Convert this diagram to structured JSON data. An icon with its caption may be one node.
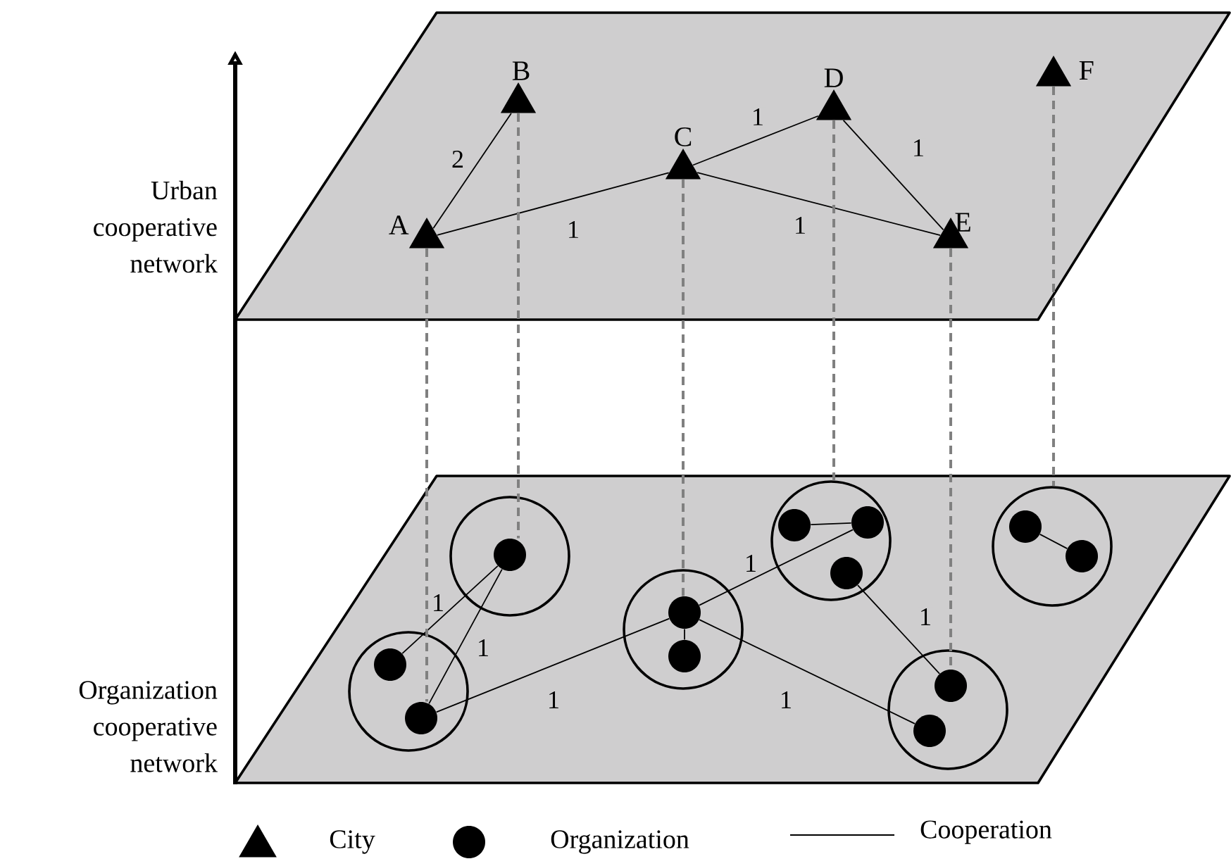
{
  "diagram": {
    "nodes": [
      {
        "text": [
          "Urban cooperative network"
        ]
      },
      {
        "text": [
          "A"
        ],
        "in": 0
      },
      {
        "text": [
          "B"
        ],
        "in": 0
      },
      {
        "text": [
          "C"
        ],
        "in": 0
      },
      {
        "text": [
          "D"
        ],
        "in": 0
      },
      {
        "text": [
          "E"
        ],
        "in": 0
      },
      {
        "text": [
          "F"
        ],
        "in": 0
      },
      {
        "text": [
          "Organization cooperative network"
        ]
      },
      {
        "text": [],
        "shape": "circle",
        "in": 7
      },
      {
        "text": [],
        "shape": "circle",
        "in": 8
      },
      {
        "text": [],
        "shape": "circle",
        "in": 8
      },
      {
        "text": [],
        "shape": "circle",
        "in": 7
      },
      {
        "text": [],
        "shape": "circle",
        "in": 11
      },
      {
        "text": [],
        "shape": "circle",
        "in": 7
      },
      {
        "text": [],
        "shape": "circle",
        "in": 13
      },
      {
        "text": [],
        "shape": "circle",
        "in": 13
      },
      {
        "text": [],
        "shape": "circle",
        "in": 7
      },
      {
        "text": [],
        "shape": "circle",
        "in": 16
      },
      {
        "text": [],
        "shape": "circle",
        "in": 16
      },
      {
        "text": [],
        "shape": "circle",
        "in": 16
      },
      {
        "text": [],
        "shape": "circle",
        "in": 7
      },
      {
        "text": [],
        "shape": "circle",
        "in": 20
      },
      {
        "text": [],
        "shape": "circle",
        "in": 20
      },
      {
        "text": [],
        "shape": "circle",
        "in": 7
      },
      {
        "text": [],
        "shape": "circle",
        "in": 23
      },
      {
        "text": [],
        "shape": "circle",
        "in": 23
      }
    ],
    "edges": [
      {
        "from": 1,
        "to": 2,
        "arrow": "none",
        "label": "2"
      },
      {
        "from": 1,
        "to": 3,
        "arrow": "none",
        "label": "1"
      },
      {
        "from": 3,
        "to": 4,
        "arrow": "none",
        "label": "1"
      },
      {
        "from": 3,
        "to": 5,
        "arrow": "none",
        "label": "1"
      },
      {
        "from": 4,
        "to": 5,
        "arrow": "none",
        "label": "1"
      },
      {
        "from": 12,
        "to": 9,
        "arrow": "none",
        "label": "1"
      },
      {
        "from": 12,
        "to": 10,
        "arrow": "none",
        "label": "1"
      },
      {
        "from": 10,
        "to": 14,
        "arrow": "none",
        "label": "1"
      },
      {
        "from": 14,
        "to": 15,
        "arrow": "none"
      },
      {
        "from": 14,
        "to": 18,
        "arrow": "none",
        "label": "1"
      },
      {
        "from": 14,
        "to": 22,
        "arrow": "none",
        "label": "1"
      },
      {
        "from": 17,
        "to": 18,
        "arrow": "none"
      },
      {
        "from": 19,
        "to": 21,
        "arrow": "none",
        "label": "1"
      },
      {
        "from": 24,
        "to": 25,
        "arrow": "none"
      },
      {
        "from": 1,
        "to": 10,
        "arrow": "none",
        "style": "dashed",
        "color": "#808080"
      },
      {
        "from": 2,
        "to": 12,
        "arrow": "none",
        "style": "dashed",
        "color": "#808080"
      },
      {
        "from": 3,
        "to": 14,
        "arrow": "none",
        "style": "dashed",
        "color": "#808080"
      },
      {
        "from": 4,
        "to": 16,
        "arrow": "none",
        "style": "dashed",
        "color": "#808080"
      },
      {
        "from": 5,
        "to": 21,
        "arrow": "none",
        "style": "dashed",
        "color": "#808080"
      },
      {
        "from": 6,
        "to": 23,
        "arrow": "none",
        "style": "dashed",
        "color": "#808080"
      }
    ],
    "legend": [
      {
        "text": "City"
      },
      {
        "text": "Organization"
      },
      {
        "text": "Cooperation"
      }
    ]
  }
}
